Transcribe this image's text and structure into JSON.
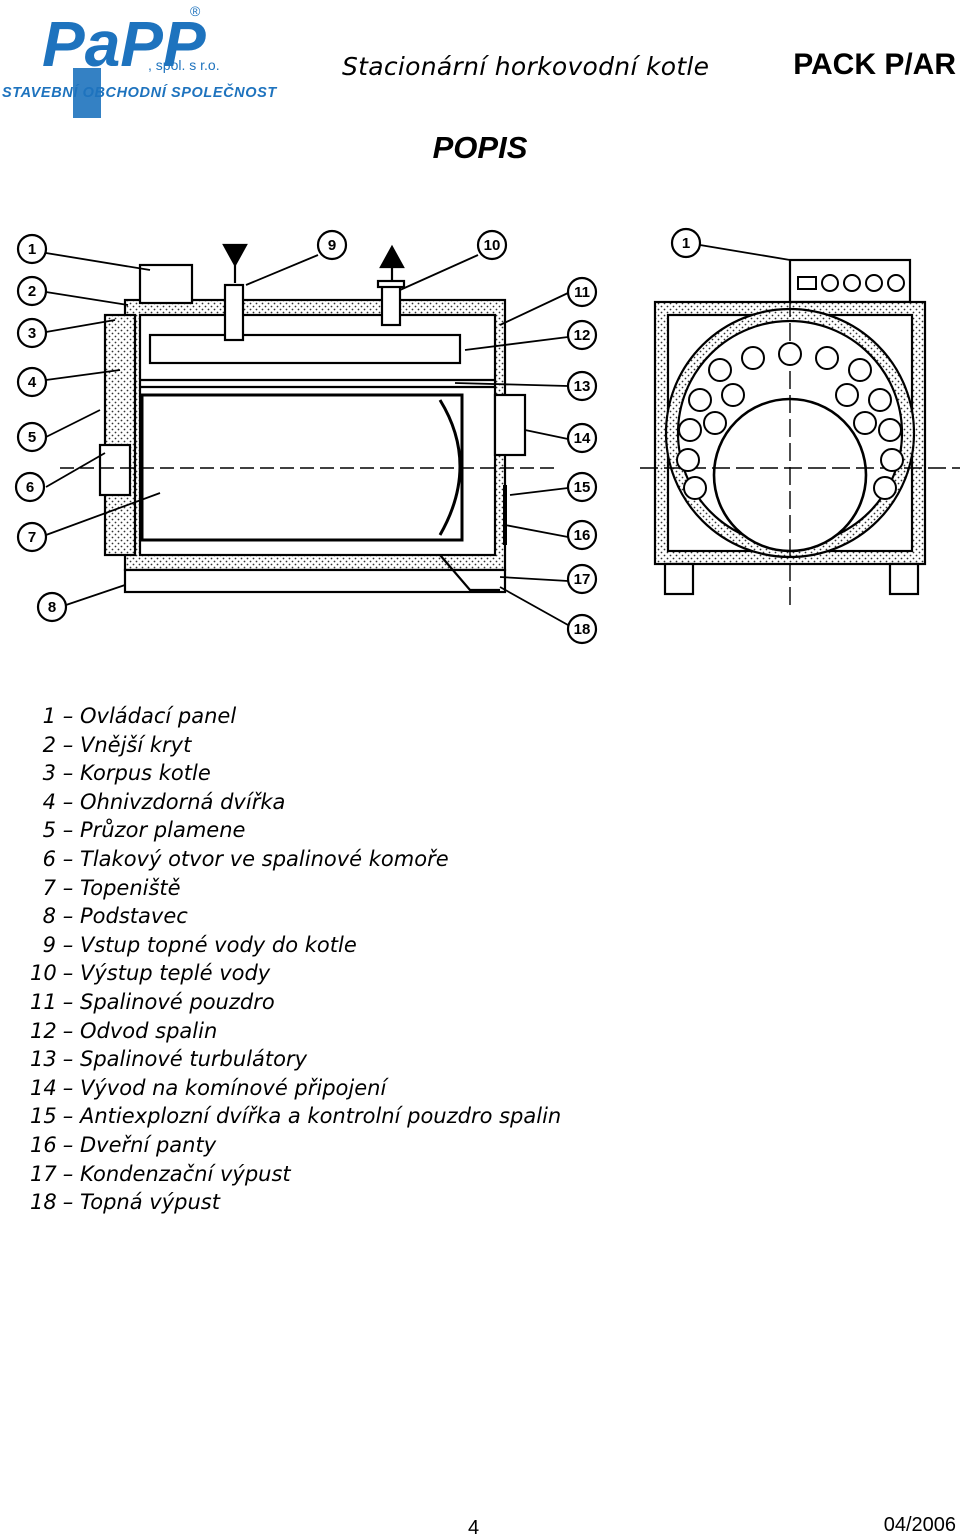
{
  "header": {
    "logo": {
      "brand": "PaPP",
      "suffix": ", spol. s r.o.",
      "tagline": "STAVEBNÍ OBCHODNÍ SPOLEČNOST"
    },
    "subtitle": "Stacionární horkovodní kotle",
    "product": "PACK P/AR"
  },
  "heading": "POPIS",
  "drawing": {
    "callouts_left": [
      "1",
      "2",
      "3",
      "4",
      "5",
      "6",
      "7",
      "8"
    ],
    "callouts_top": [
      "9",
      "10"
    ],
    "callouts_right": [
      "11",
      "12",
      "13",
      "14",
      "15",
      "16",
      "17",
      "18"
    ],
    "callout_front": "1"
  },
  "legend": [
    {
      "num": "1",
      "text": "Ovládací panel"
    },
    {
      "num": "2",
      "text": "Vnější kryt"
    },
    {
      "num": "3",
      "text": "Korpus kotle"
    },
    {
      "num": "4",
      "text": "Ohnivzdorná dvířka"
    },
    {
      "num": "5",
      "text": "Průzor plamene"
    },
    {
      "num": "6",
      "text": "Tlakový otvor ve spalinové komoře"
    },
    {
      "num": "7",
      "text": "Topeniště"
    },
    {
      "num": "8",
      "text": "Podstavec"
    },
    {
      "num": "9",
      "text": "Vstup topné vody do kotle"
    },
    {
      "num": "10",
      "text": "Výstup teplé vody"
    },
    {
      "num": "11",
      "text": "Spalinové pouzdro"
    },
    {
      "num": "12",
      "text": "Odvod spalin"
    },
    {
      "num": "13",
      "text": "Spalinové turbulátory"
    },
    {
      "num": "14",
      "text": "Vývod na komínové připojení"
    },
    {
      "num": "15",
      "text": "Antiexplozní dvířka a kontrolní pouzdro spalin"
    },
    {
      "num": "16",
      "text": "Dveřní panty"
    },
    {
      "num": "17",
      "text": "Kondenzační výpust"
    },
    {
      "num": "18",
      "text": "Topná výpust"
    }
  ],
  "footer": {
    "page": "4",
    "date": "04/2006"
  }
}
